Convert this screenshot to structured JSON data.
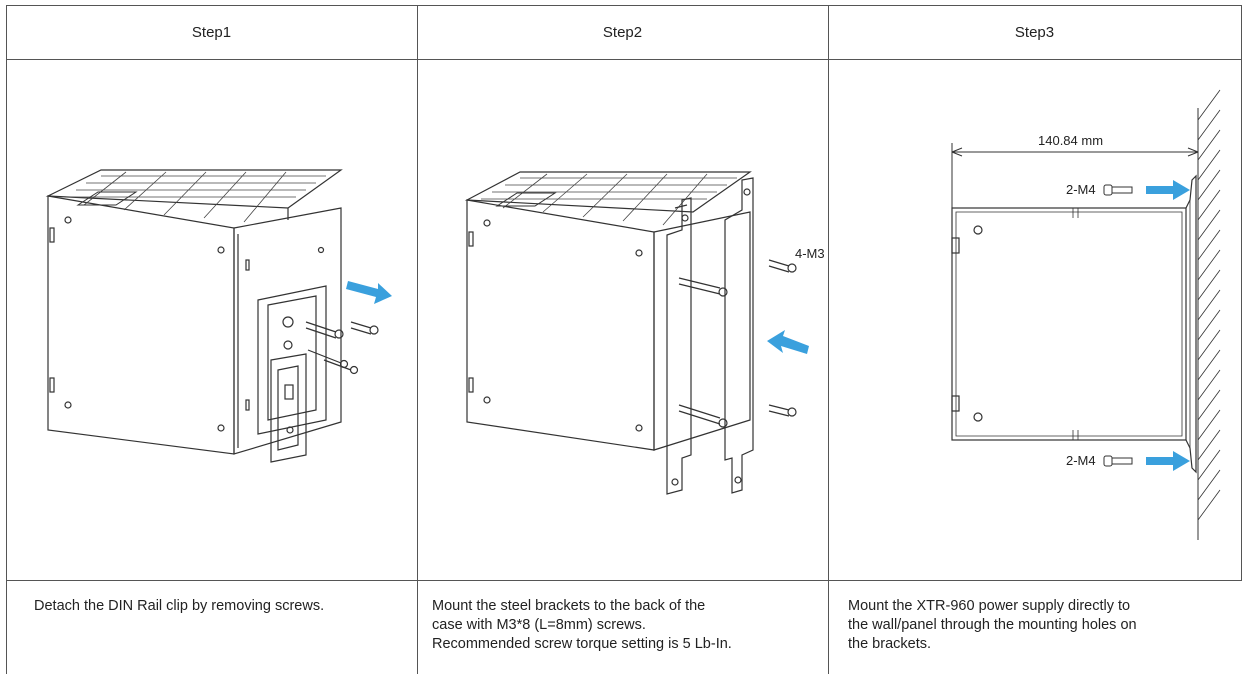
{
  "steps": [
    {
      "title": "Step1",
      "description": "Detach the DIN Rail clip by removing screws."
    },
    {
      "title": "Step2",
      "description": [
        "Mount the steel brackets to the back of the",
        "case with M3*8 (L=8mm) screws.",
        "Recommended screw torque setting is 5 Lb-In."
      ],
      "screw_label": "4-M3"
    },
    {
      "title": "Step3",
      "description": [
        "Mount the XTR-960 power supply directly to",
        "the wall/panel through the mounting holes on",
        "the brackets."
      ],
      "dimension_label": "140.84 mm",
      "top_screw_label": "2-M4",
      "bottom_screw_label": "2-M4"
    }
  ],
  "colors": {
    "arrow": "#3aa0dd",
    "line": "#333333",
    "border": "#555555"
  },
  "icons": [
    "arrow-right-icon",
    "arrow-left-icon",
    "screw-icon"
  ]
}
